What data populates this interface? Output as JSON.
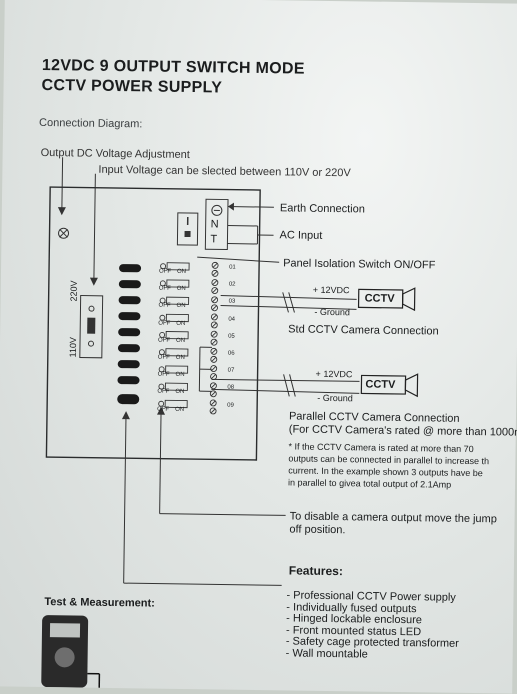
{
  "title_line1": "12VDC 9 OUTPUT SWITCH MODE",
  "title_line2": "CCTV POWER SUPPLY",
  "connection_diagram": "Connection Diagram:",
  "output_adj": "Output DC Voltage Adjustment",
  "input_voltage": "Input Voltage can be slected between 110V or 220V",
  "earth": "Earth Connection",
  "ac_input": "AC Input",
  "panel_switch": "Panel Isolation Switch ON/OFF",
  "std_conn": "Std CCTV Camera Connection",
  "parallel_title": "Parallel CCTV Camera Connection",
  "parallel_sub": "(For CCTV Camera's rated @ more than 1000m",
  "parallel_note": [
    "* If the CCTV Camera is rated at more than 70",
    "outputs can be connected in parallel to increase th",
    "current. In the example shown 3 outputs have be",
    "in parallel to givea total output of 2.1Amp"
  ],
  "disable_note": [
    "To disable a camera output move the jump",
    "off position."
  ],
  "features_title": "Features:",
  "features": [
    "- Professional CCTV Power supply",
    "- Individually fused outputs",
    "- Hinged lockable enclosure",
    "- Front mounted status LED",
    "- Safety cage protected transformer",
    "- Wall mountable"
  ],
  "test_measurement": "Test & Measurement:",
  "plus_12vdc": "+ 12VDC",
  "ground": "- Ground",
  "cctv": "CCTV",
  "terminal_n": "N",
  "terminal_t": "T",
  "v110": "110V",
  "v220": "220V",
  "off": "OFF",
  "on": "ON",
  "outputs": [
    "01",
    "02",
    "03",
    "04",
    "05",
    "06",
    "07",
    "08",
    "09"
  ]
}
